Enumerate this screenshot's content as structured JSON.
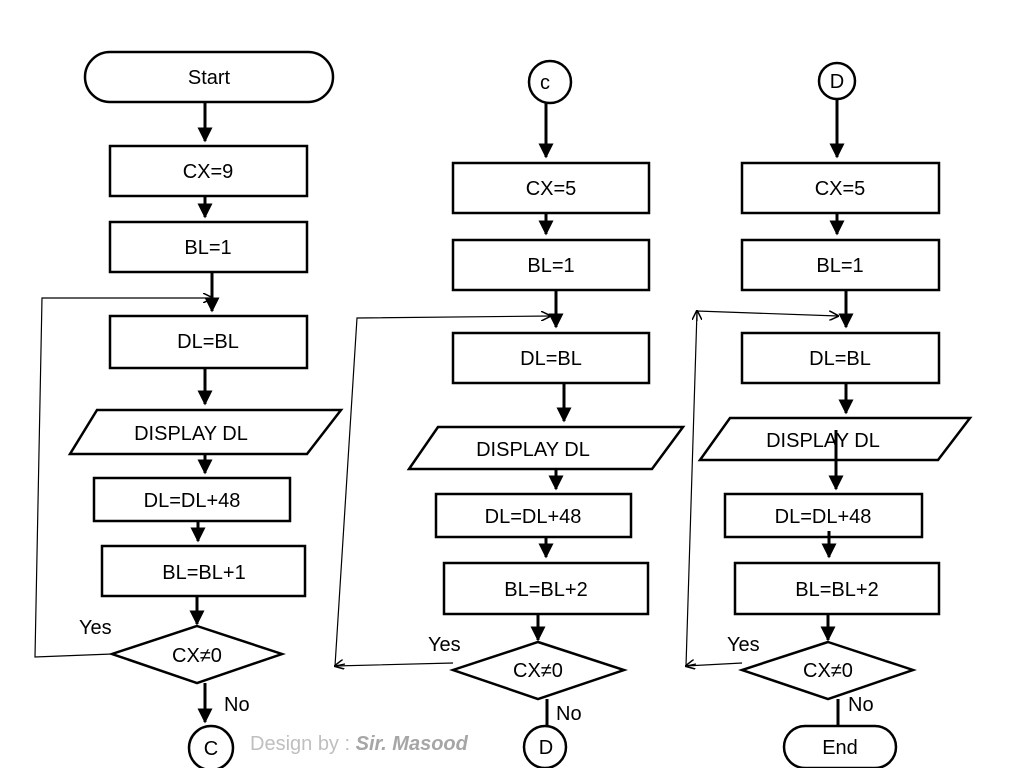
{
  "flowchart": {
    "left": {
      "start": "Start",
      "cx": "CX=9",
      "bl_init": "BL=1",
      "dl_assign": "DL=BL",
      "display": "DISPLAY DL",
      "dl_add": "DL=DL+48",
      "bl_inc": "BL=BL+1",
      "decision": "CX≠0",
      "yes": "Yes",
      "no": "No",
      "connector": "C"
    },
    "middle": {
      "connector_in": "c",
      "cx": "CX=5",
      "bl_init": "BL=1",
      "dl_assign": "DL=BL",
      "display": "DISPLAY DL",
      "dl_add": "DL=DL+48",
      "bl_inc": "BL=BL+2",
      "decision": "CX≠0",
      "yes": "Yes",
      "no": "No",
      "connector_out": "D"
    },
    "right": {
      "connector_in": "D",
      "cx": "CX=5",
      "bl_init": "BL=1",
      "dl_assign": "DL=BL",
      "display": "DISPLAY DL",
      "dl_add": "DL=DL+48",
      "bl_inc": "BL=BL+2",
      "decision": "CX≠0",
      "yes": "Yes",
      "no": "No",
      "end": "End"
    }
  },
  "credit": {
    "prefix": "Design by : ",
    "author": "Sir. Masood"
  }
}
